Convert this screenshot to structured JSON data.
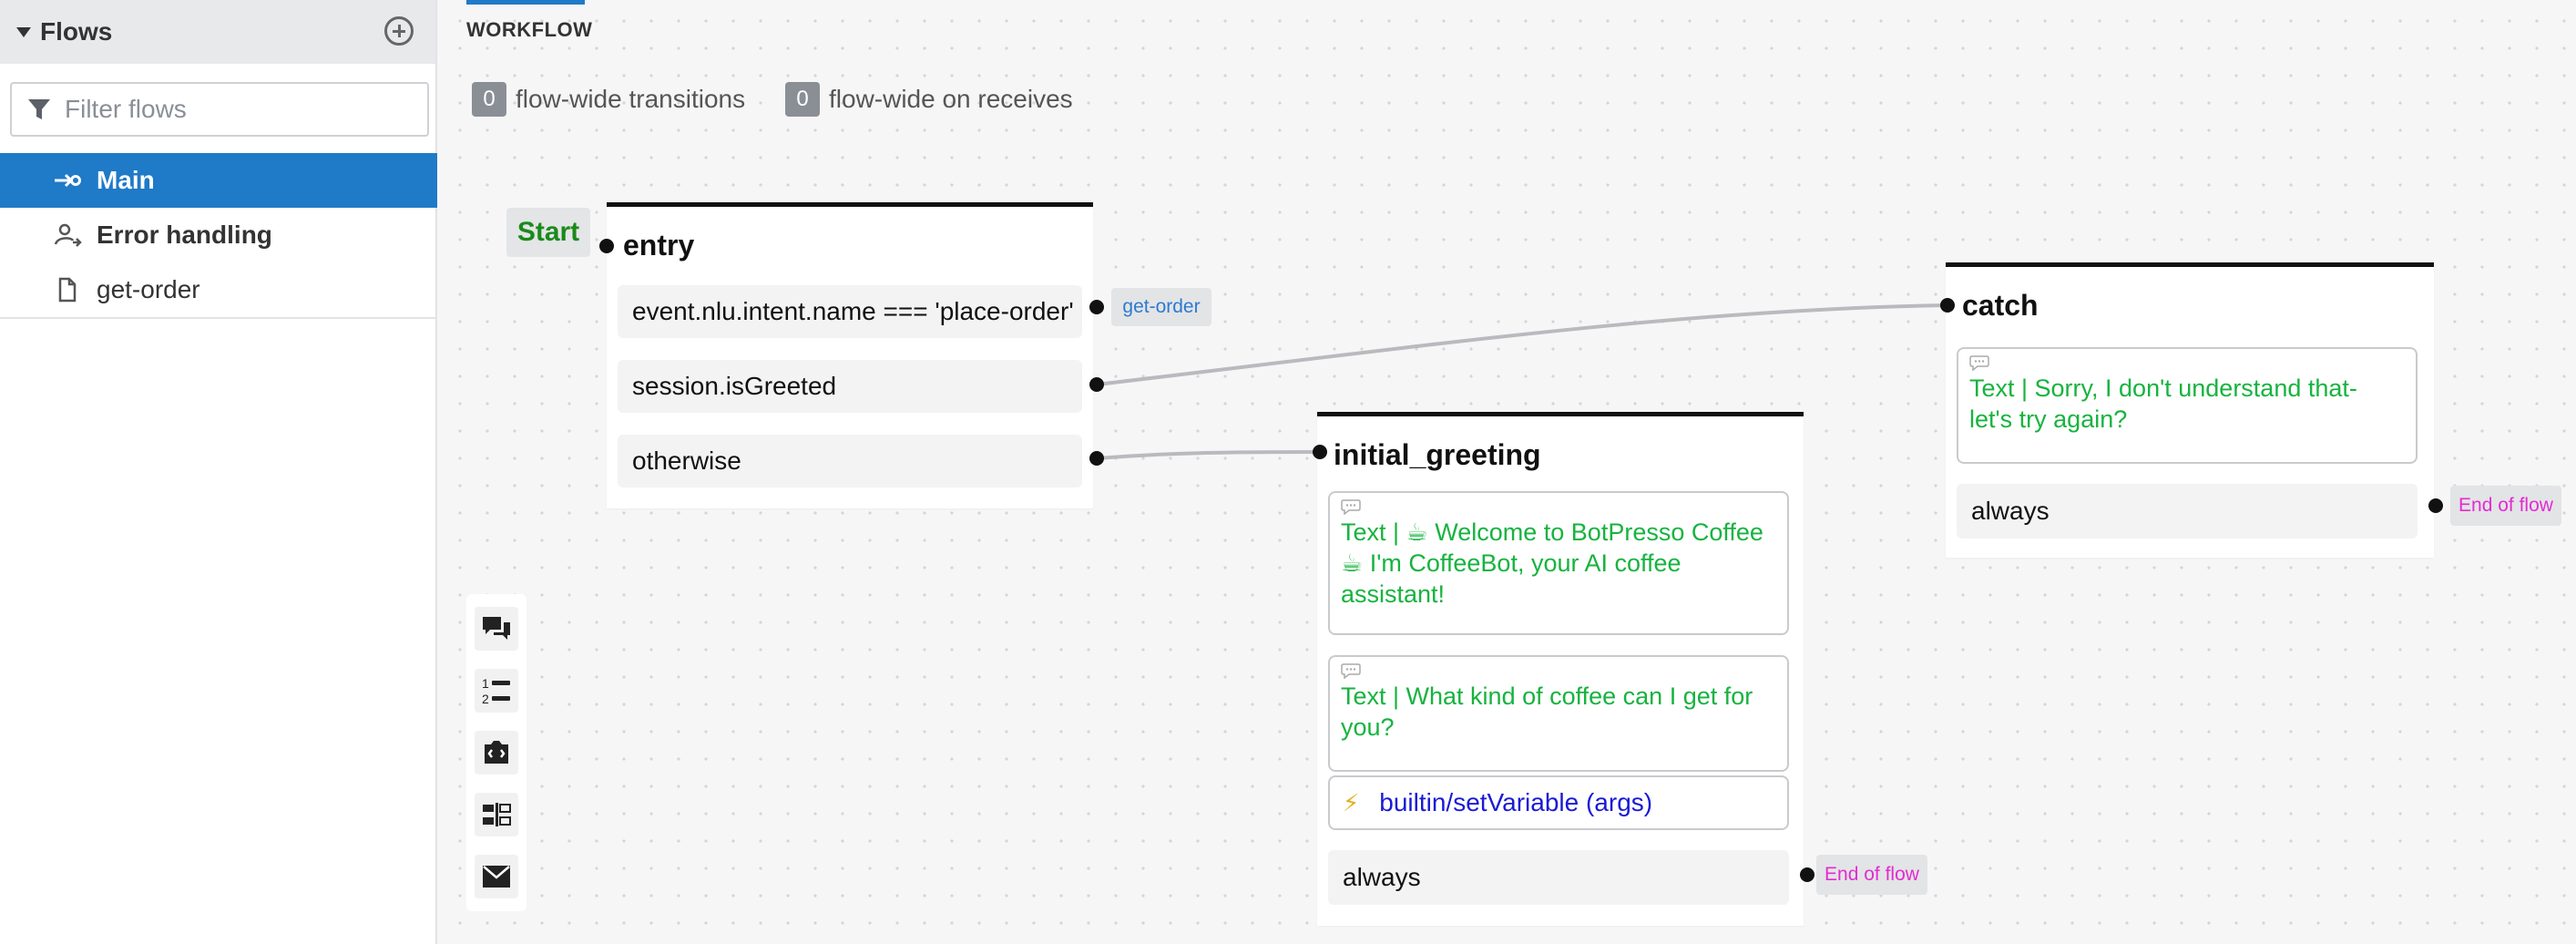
{
  "sidebar": {
    "title": "Flows",
    "filter_placeholder": "Filter flows",
    "items": [
      {
        "label": "Main",
        "icon": "main-flow-icon",
        "active": true
      },
      {
        "label": "Error handling",
        "icon": "error-handling-icon"
      },
      {
        "label": "get-order",
        "icon": "file-icon"
      }
    ]
  },
  "canvas": {
    "tab": "WORKFLOW",
    "flow_wide_transitions": {
      "count": "0",
      "label": "flow-wide transitions"
    },
    "flow_wide_receives": {
      "count": "0",
      "label": "flow-wide on receives"
    },
    "start_label": "Start"
  },
  "nodes": {
    "entry": {
      "title": "entry",
      "transitions": [
        {
          "condition": "event.nlu.intent.name === 'place-order'",
          "target": "get-order"
        },
        {
          "condition": "session.isGreeted"
        },
        {
          "condition": "otherwise"
        }
      ]
    },
    "initial_greeting": {
      "title": "initial_greeting",
      "say1_text": "Text | ☕  Welcome to BotPresso Coffee ☕  I'm CoffeeBot, your AI coffee assistant!",
      "say2_text": "Text | What kind of coffee can I get for you?",
      "action": "builtin/setVariable (args)",
      "transition": "always",
      "target": "End of flow"
    },
    "catch": {
      "title": "catch",
      "say_text": "Text | Sorry, I don't understand that- let's try again?",
      "transition": "always",
      "target": "End of flow"
    }
  },
  "toolbar": [
    "standard-node-icon",
    "list-icon",
    "skill-icon",
    "router-icon",
    "action-icon"
  ],
  "colors": {
    "accent": "#1f7ac7",
    "say_text": "#17b33f",
    "action_text": "#1a1ad6",
    "end_of_flow": "#e32bd2",
    "start": "#1a8a1a"
  }
}
